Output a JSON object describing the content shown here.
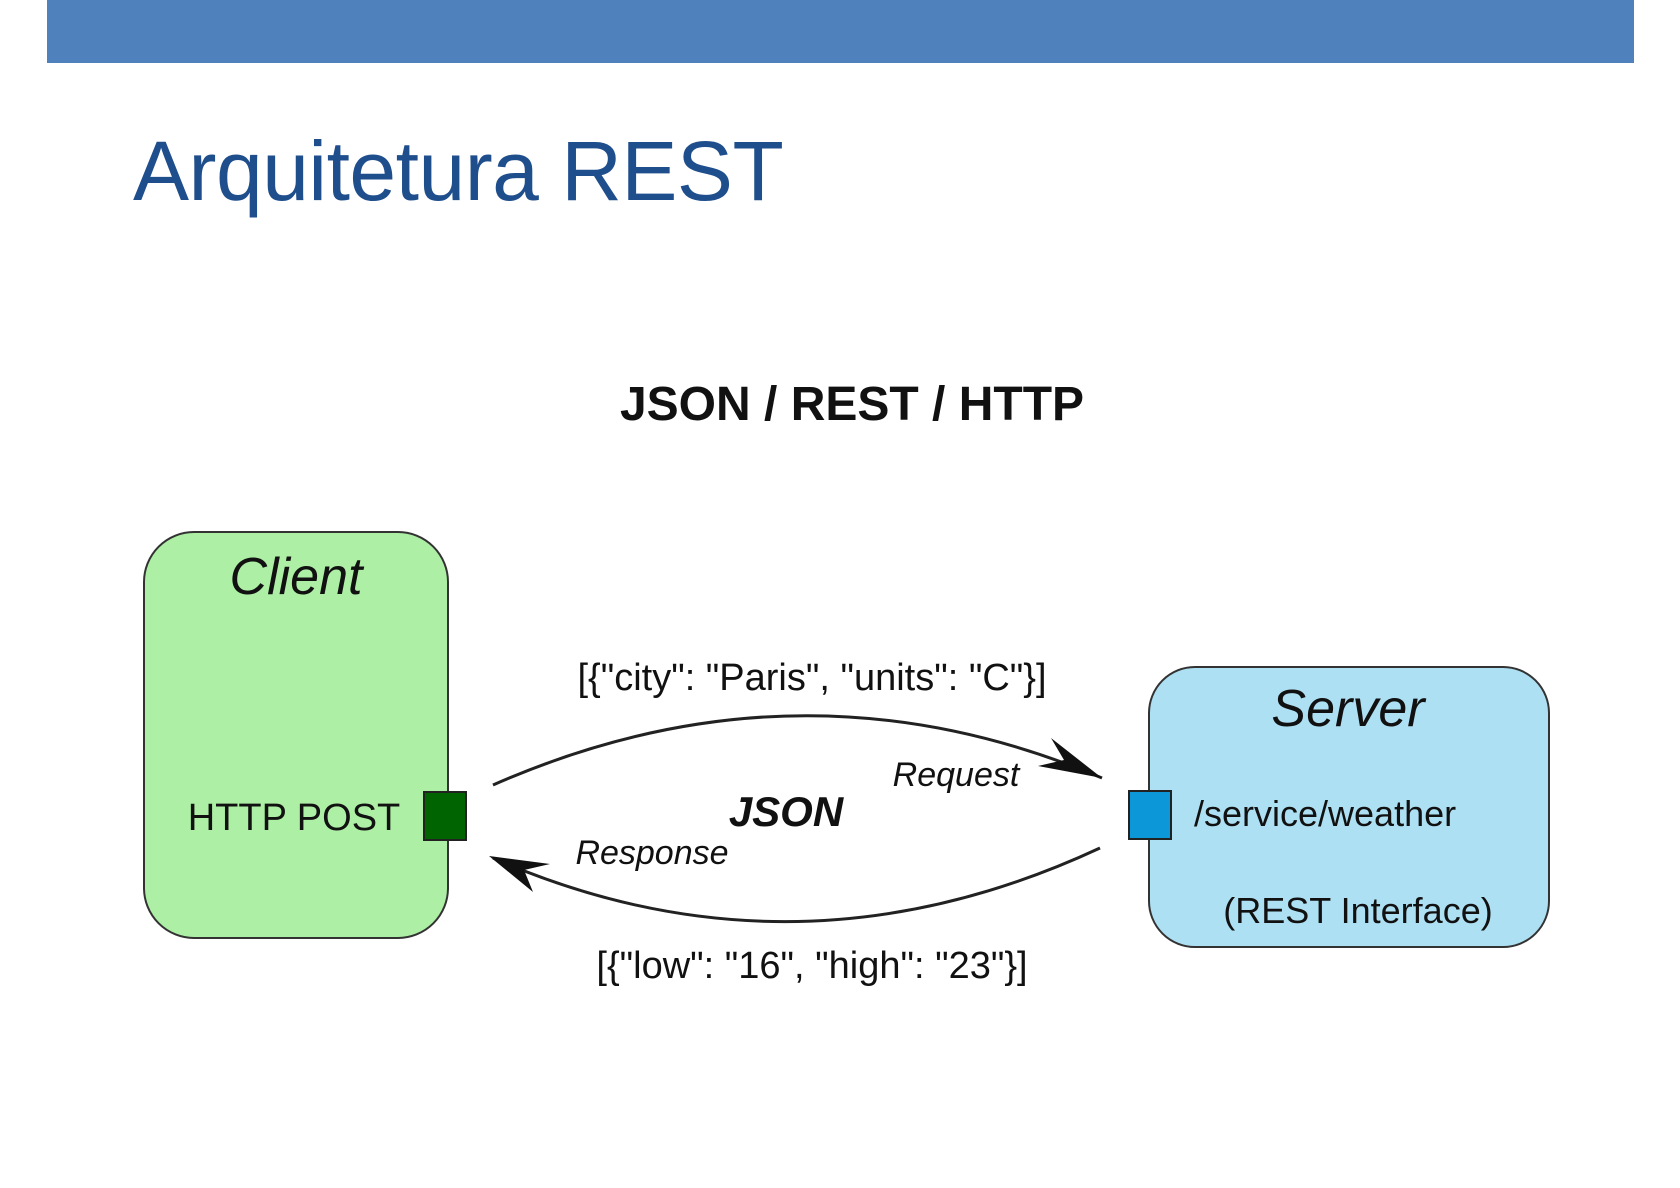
{
  "slide": {
    "title": "Arquitetura REST"
  },
  "diagram": {
    "heading": "JSON / REST / HTTP",
    "client": {
      "title": "Client",
      "method": "HTTP POST",
      "fill": "#adf0a5",
      "port_color": "#006400"
    },
    "server": {
      "title": "Server",
      "endpoint": "/service/weather",
      "interface": "(REST Interface)",
      "fill": "#aee0f3",
      "port_color": "#0c97d8"
    },
    "request_payload": "[{\"city\": \"Paris\", \"units\": \"C\"}]",
    "request_label": "Request",
    "format_label": "JSON",
    "response_label": "Response",
    "response_payload": "[{\"low\": \"16\", \"high\": \"23\"}]"
  },
  "colors": {
    "top_bar": "#4f81bd",
    "title": "#1f4e8c",
    "stroke": "#222222"
  }
}
